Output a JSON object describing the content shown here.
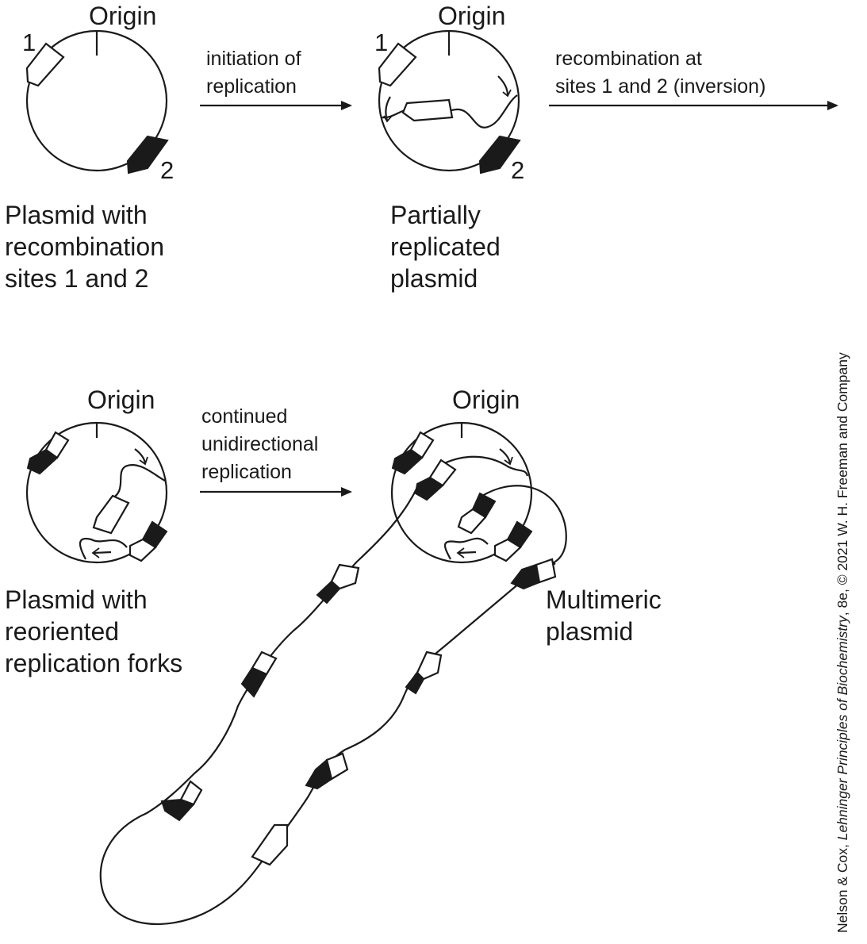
{
  "labels": {
    "origin": "Origin",
    "site1": "1",
    "site2": "2"
  },
  "steps": [
    {
      "caption": [
        "Plasmid with",
        "recombination",
        "sites 1 and 2"
      ]
    },
    {
      "caption": [
        "Partially",
        "replicated",
        "plasmid"
      ]
    },
    {
      "caption": [
        "Plasmid with",
        "reoriented",
        "replication forks"
      ]
    },
    {
      "caption": [
        "Multimeric",
        "plasmid"
      ]
    }
  ],
  "arrows": [
    {
      "label": [
        "initiation of",
        "replication"
      ]
    },
    {
      "label": [
        "recombination at",
        "sites 1 and 2 (inversion)"
      ]
    },
    {
      "label": [
        "continued",
        "unidirectional",
        "replication"
      ]
    }
  ],
  "credit": {
    "prefix": "Nelson & Cox, ",
    "title": "Lehninger Principles of Biochemistry",
    "suffix": ", 8e, © 2021 W. H. Freeman and Company"
  },
  "colors": {
    "ink": "#1a1a1a",
    "background": "#ffffff"
  }
}
